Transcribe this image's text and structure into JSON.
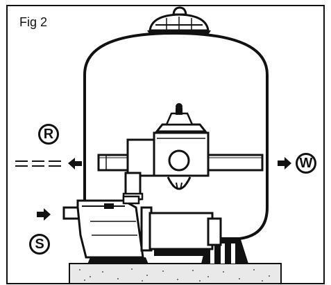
{
  "figure": {
    "label": "Fig 2"
  },
  "labels": {
    "return": "R",
    "waste": "W",
    "suction": "S"
  },
  "colors": {
    "ink": "#111111",
    "paper": "#ffffff",
    "base_fill": "#e9e9e9"
  }
}
